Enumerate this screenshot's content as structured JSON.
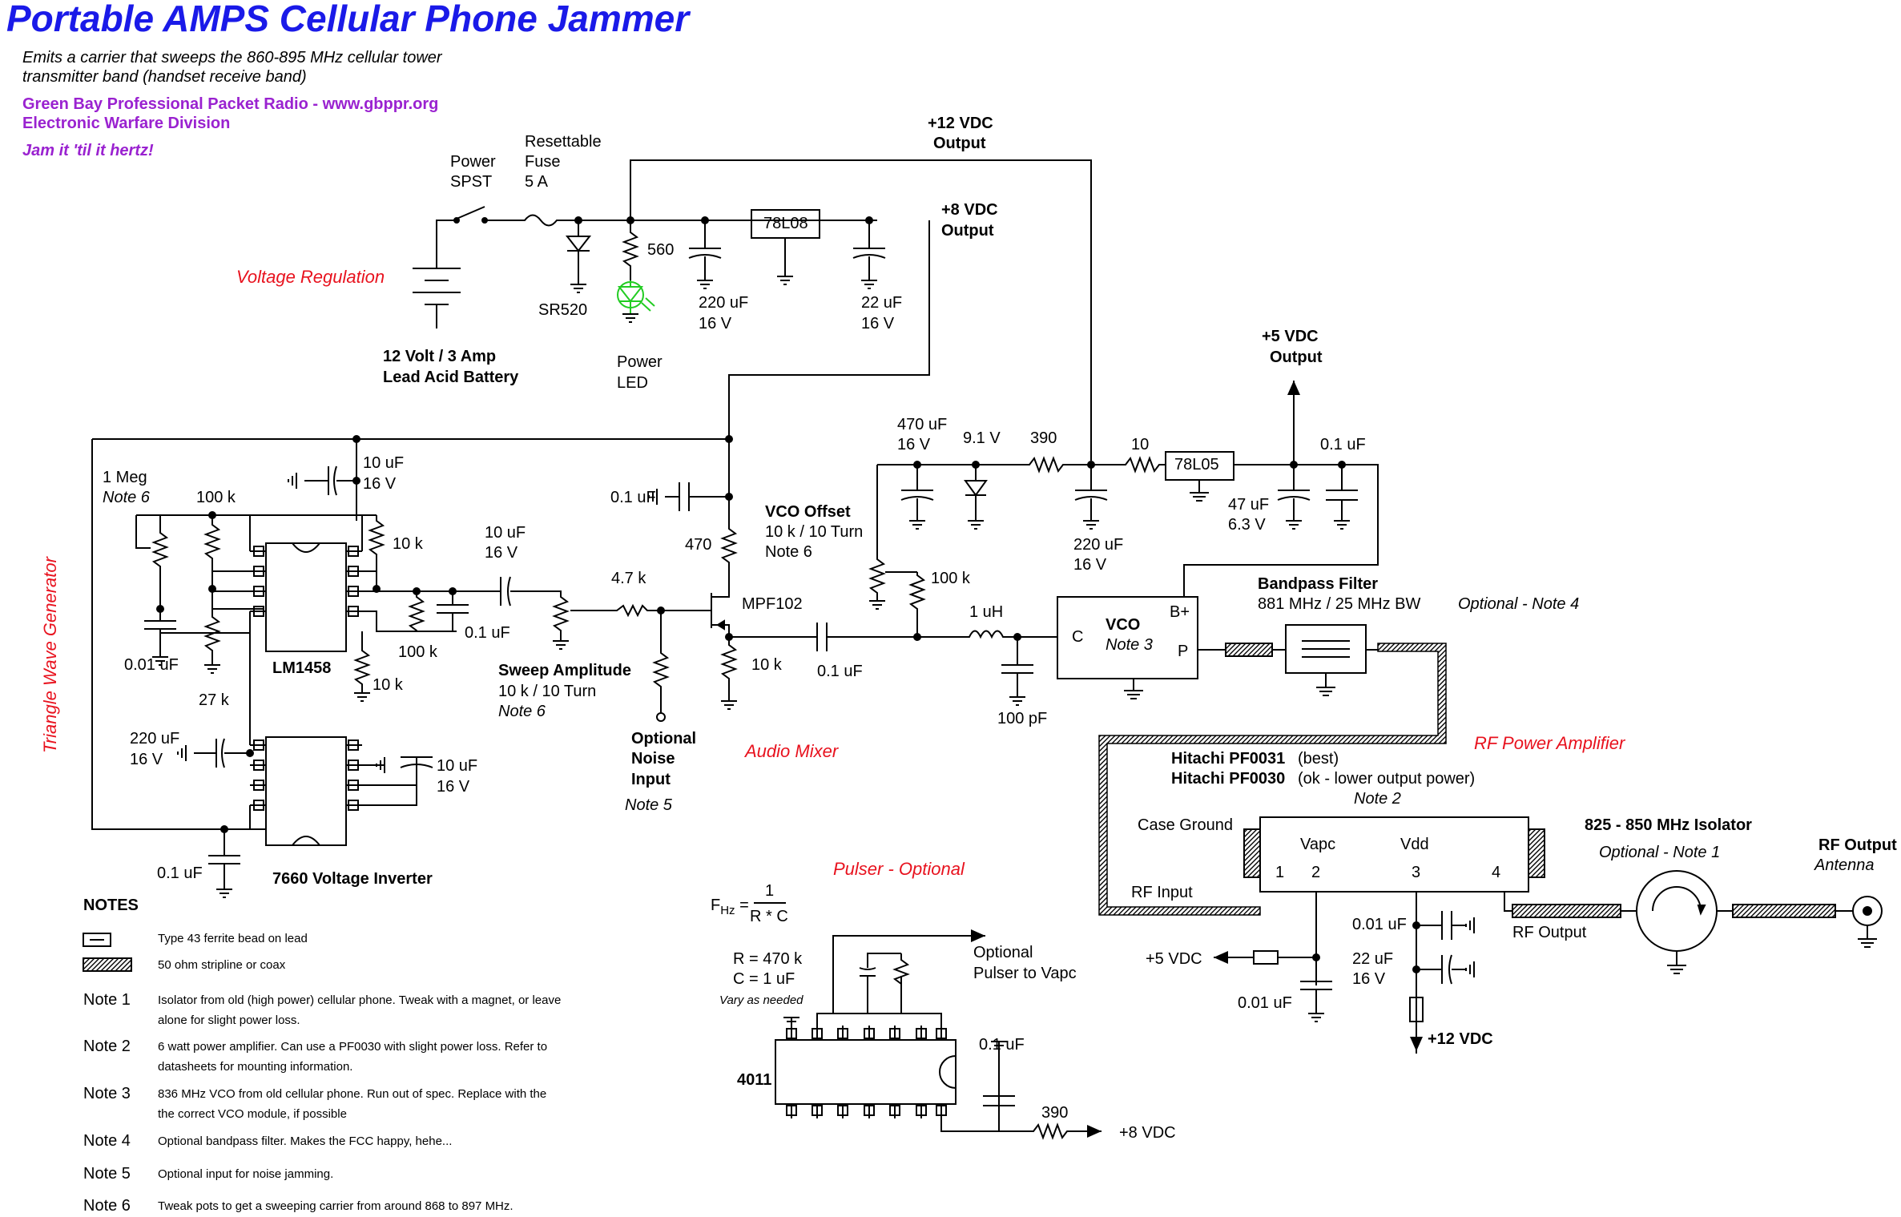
{
  "title": "Portable AMPS Cellular Phone Jammer",
  "intro": {
    "line1": "Emits a carrier that sweeps the 860-895 MHz cellular tower",
    "line2": "transmitter band (handset receive band)",
    "org1": "Green Bay Professional Packet Radio - www.gbppr.org",
    "org2": "Electronic Warfare Division",
    "slogan": "Jam it 'til it hertz!"
  },
  "sections": {
    "voltage_regulation": "Voltage Regulation",
    "triangle_wave": "Triangle Wave Generator",
    "audio_mixer": "Audio Mixer",
    "rf_power_amp": "RF Power Amplifier",
    "pulser": "Pulser - Optional"
  },
  "power": {
    "switch1": "Power",
    "switch2": "SPST",
    "fuse1": "Resettable",
    "fuse2": "Fuse",
    "fuse3": "5 A",
    "diode": "SR520",
    "r560": "560",
    "led1": "Power",
    "led2": "LED",
    "battery1": "12 Volt / 3 Amp",
    "battery2": "Lead Acid Battery",
    "c220a": "220 uF",
    "c220a_v": "16 V",
    "reg8": "78L08",
    "c22": "22 uF",
    "c22_v": "16 V",
    "out12_1": "+12 VDC",
    "out12_2": "Output",
    "out8_1": "+8 VDC",
    "out8_2": "Output",
    "out5_1": "+5 VDC",
    "out5_2": "Output"
  },
  "triangle": {
    "r1meg": "1 Meg",
    "note6": "Note 6",
    "r100k": "100 k",
    "c10u_a": "10 uF",
    "c10u_a_v": "16 V",
    "r10k_a": "10 k",
    "c001": "0.01 uF",
    "r27k": "27 k",
    "ic1": "LM1458",
    "r100k_b": "100 k",
    "r10k_b": "10 k",
    "c01_a": "0.1 uF",
    "c10u_b": "10 uF",
    "c10u_b_v": "16 V",
    "c220_b": "220 uF",
    "c220_b_v": "16 V",
    "c10u_c": "10 uF",
    "c10u_c_v": "16 V",
    "c01_b": "0.1 uF",
    "ic2": "7660 Voltage Inverter"
  },
  "mixer": {
    "sweep1": "Sweep Amplitude",
    "sweep2": "10 k / 10 Turn",
    "sweep3": "Note 6",
    "r47k": "4.7 k",
    "noise1": "Optional",
    "noise2": "Noise",
    "noise3": "Input",
    "noise4": "Note 5",
    "c01": "0.1 uF",
    "r470": "470",
    "fet": "MPF102",
    "r10k": "10 k",
    "c01_out": "0.1 uF"
  },
  "vco": {
    "c470": "470 uF",
    "c470_v": "16 V",
    "zener": "9.1 V",
    "r390": "390",
    "r10": "10",
    "reg5": "78L05",
    "c01": "0.1 uF",
    "c47": "47 uF",
    "c47_v": "6.3 V",
    "c220": "220 uF",
    "c220_v": "16 V",
    "offset1": "VCO Offset",
    "offset2": "10 k / 10 Turn",
    "offset3": "Note 6",
    "r100k": "100 k",
    "l1": "1 uH",
    "c100p": "100 pF",
    "vco_name": "VCO",
    "vco_note": "Note 3",
    "pin_c": "C",
    "pin_b": "B+",
    "pin_p": "P",
    "bpf1": "Bandpass Filter",
    "bpf2": "881 MHz / 25 MHz BW",
    "bpf_note": "Optional - Note 4"
  },
  "amp": {
    "part1": "Hitachi PF0031",
    "part1_note": "(best)",
    "part2": "Hitachi PF0030",
    "part2_note": "(ok - lower output power)",
    "note": "Note 2",
    "case": "Case Ground",
    "vapc": "Vapc",
    "vdd": "Vdd",
    "p1": "1",
    "p2": "2",
    "p3": "3",
    "p4": "4",
    "rfin": "RF Input",
    "rfout": "RF Output",
    "v5": "+5 VDC",
    "c001": "0.01 uF",
    "c001b": "0.01 uF",
    "c22": "22 uF",
    "c22_v": "16 V",
    "v12": "+12 VDC",
    "iso1": "825 - 850 MHz Isolator",
    "iso2": "Optional - Note 1",
    "ant1": "RF Output",
    "ant2": "Antenna"
  },
  "pulser": {
    "fhz": "F",
    "fhz_sub": "Hz",
    "eq": "=",
    "num": "1",
    "den": "R * C",
    "r": "R = 470 k",
    "c": "C = 1 uF",
    "vary": "Vary as needed",
    "out1": "Optional",
    "out2": "Pulser to Vapc",
    "ic": "4011",
    "c01": "0.1 uF",
    "r390": "390",
    "v8": "+8 VDC"
  },
  "notes": {
    "heading": "NOTES",
    "ferrite": "Type 43 ferrite bead on lead",
    "strip": "50 ohm stripline or coax",
    "items": [
      {
        "label": "Note 1",
        "l1": "Isolator from old (high power) cellular phone.  Tweak with a magnet, or leave",
        "l2": "alone for slight power loss."
      },
      {
        "label": "Note 2",
        "l1": "6 watt power amplifier.  Can use a PF0030 with slight power loss.  Refer to",
        "l2": "datasheets for mounting information."
      },
      {
        "label": "Note 3",
        "l1": "836 MHz VCO from old cellular phone.  Run out of spec.  Replace with the",
        "l2": "the correct VCO module, if possible"
      },
      {
        "label": "Note 4",
        "l1": "Optional bandpass filter.  Makes the FCC happy, hehe...",
        "l2": ""
      },
      {
        "label": "Note 5",
        "l1": "Optional input for noise jamming.",
        "l2": ""
      },
      {
        "label": "Note 6",
        "l1": "Tweak pots to get a sweeping carrier from around 868 to 897 MHz.",
        "l2": ""
      }
    ]
  },
  "colors": {
    "title": "#1a1ae8",
    "section": "#e8121e",
    "org": "#9a22d0",
    "led": "#22cc22",
    "wire": "#000000"
  }
}
